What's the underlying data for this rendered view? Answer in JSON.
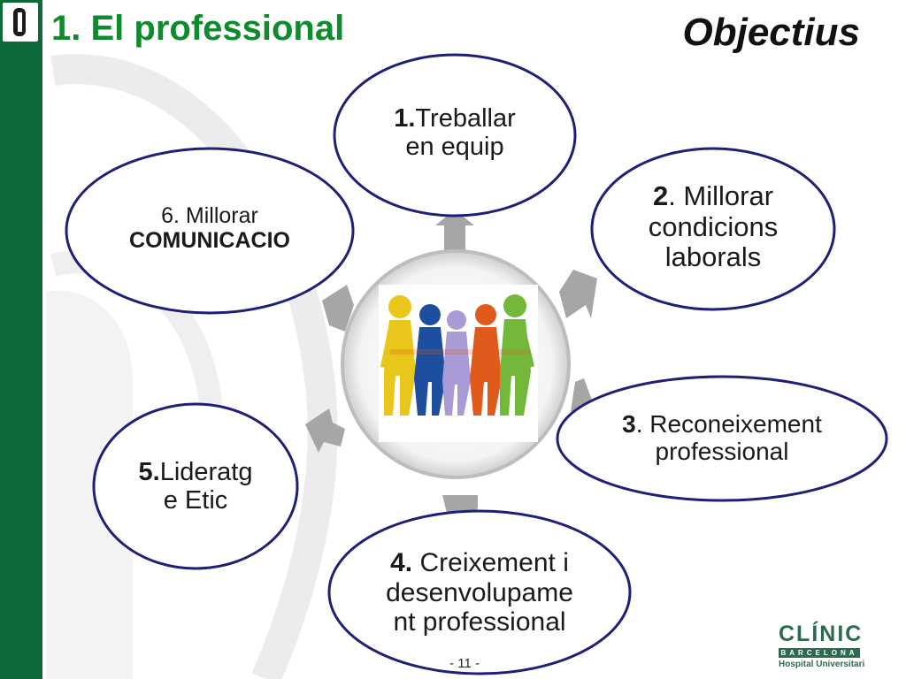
{
  "header": {
    "title": "1. El professional",
    "objectives": "Objectius"
  },
  "nodes": [
    {
      "id": "n1",
      "num": "1.",
      "text_lines": [
        "Treballar",
        "en equip"
      ]
    },
    {
      "id": "n2",
      "num": "2",
      "text_lines": [
        ". Millorar",
        "condicions",
        "laborals"
      ]
    },
    {
      "id": "n3",
      "num": "3",
      "text_lines": [
        ". Reconeixement",
        "professional"
      ]
    },
    {
      "id": "n4",
      "num": "4.",
      "text_lines": [
        " Creixement i",
        "desenvolupame",
        "nt professional"
      ]
    },
    {
      "id": "n5",
      "num": "5.",
      "text_lines": [
        "Lideratg",
        "e Etic"
      ]
    },
    {
      "id": "n6",
      "num": "",
      "text_lines": [
        "6. Millorar",
        "COMUNICACIO"
      ]
    }
  ],
  "footer": {
    "page_number": "- 11 -",
    "logo_name": "CLÍNIC",
    "logo_city": "BARCELONA",
    "logo_sub": "Hospital Universitari"
  },
  "colors": {
    "sidebar": "#0d6b3a",
    "title": "#0f8a2c",
    "ellipse_stroke": "#1f1f7a",
    "arrow": "#a6a6a6",
    "logo": "#2d6b4f"
  }
}
